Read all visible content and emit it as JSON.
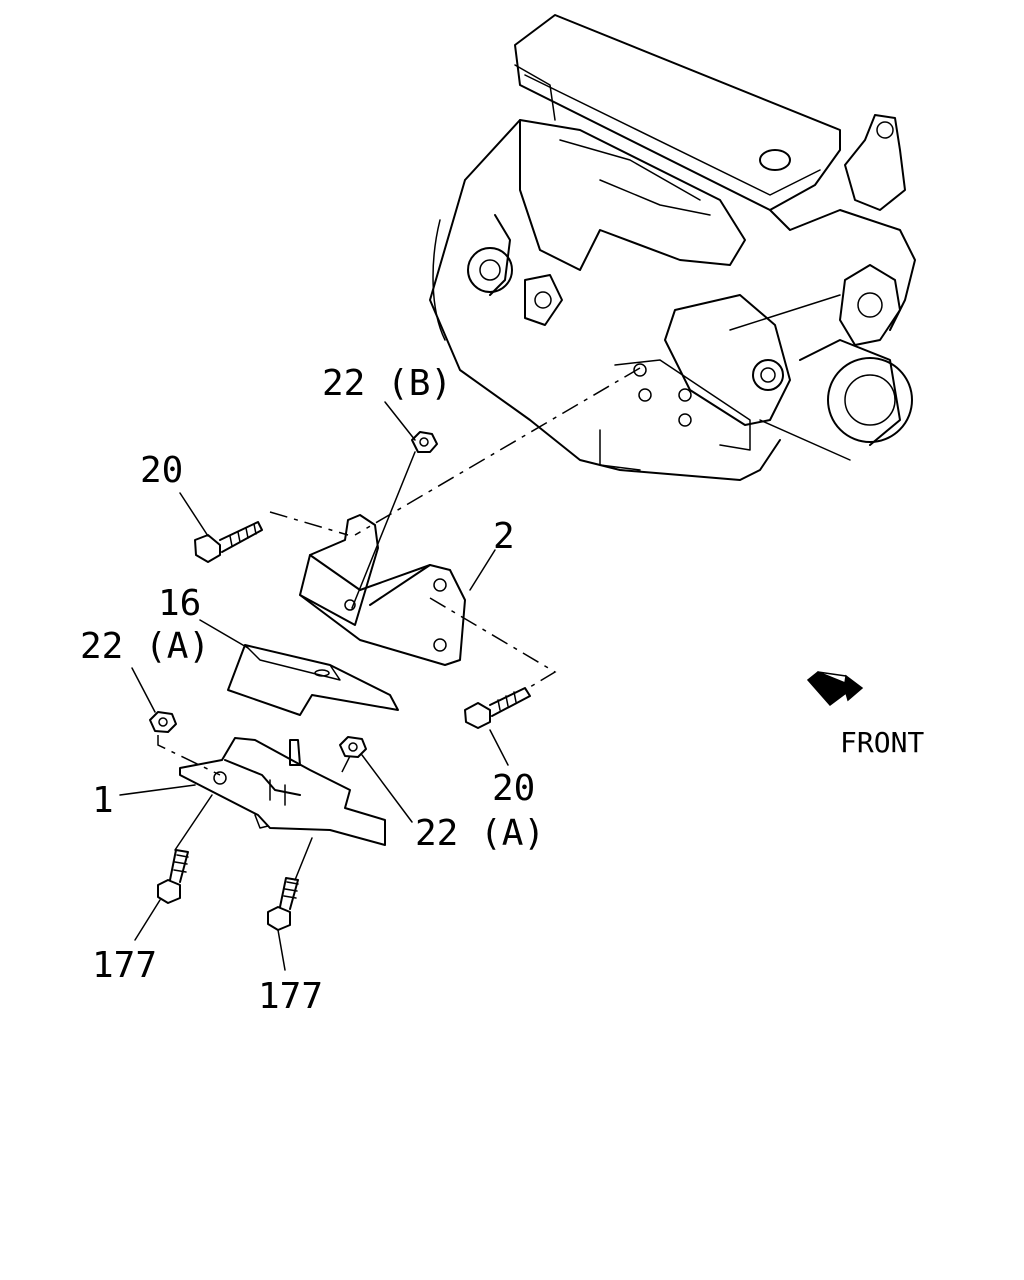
{
  "labels": {
    "engine_mount_upper_nut": "22 (B)",
    "bolt_upper": "20",
    "bracket": "2",
    "plate": "16",
    "nut_left": "22 (A)",
    "bolt_lower": "20",
    "mount": "1",
    "nut_right": "22 (A)",
    "stud_left": "177",
    "stud_right": "177",
    "direction": "FRONT"
  },
  "icons": {
    "direction_arrow": "front-arrow-icon"
  }
}
